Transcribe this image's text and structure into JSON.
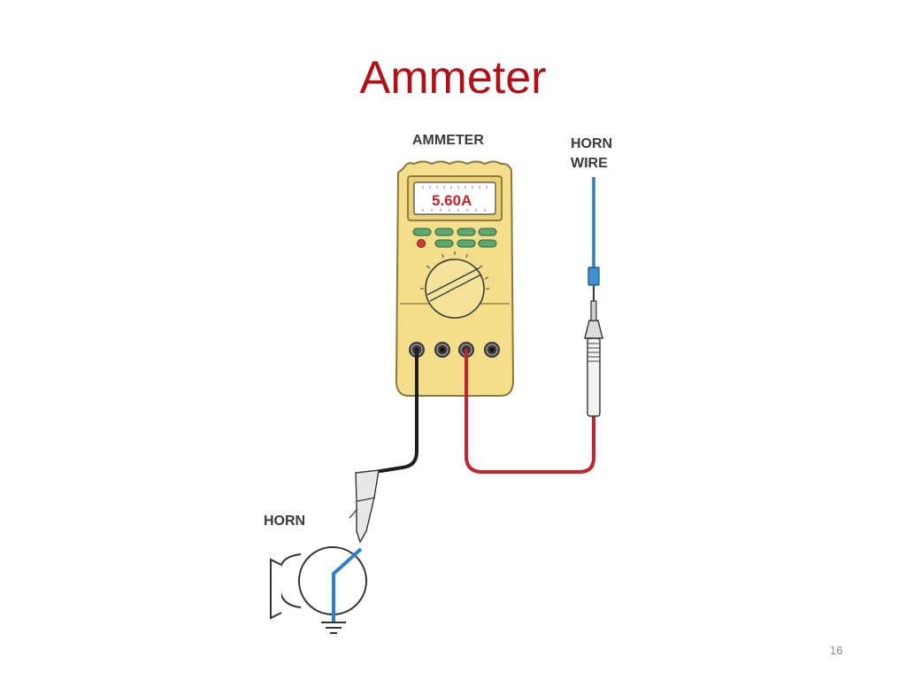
{
  "slide": {
    "title": "Ammeter",
    "page_number": "16"
  },
  "diagram": {
    "labels": {
      "ammeter": "AMMETER",
      "horn_wire_line1": "HORN",
      "horn_wire_line2": "WIRE",
      "horn": "HORN"
    },
    "meter": {
      "reading": "5.60A"
    },
    "colors": {
      "meter_body": "#f4dd8b",
      "meter_outline": "#8a7a3a",
      "positive_lead": "#c0262d",
      "negative_lead": "#1e1e1e",
      "horn_wire": "#2f7fc4",
      "reading_text": "#c0262d",
      "title": "#b01117"
    }
  }
}
